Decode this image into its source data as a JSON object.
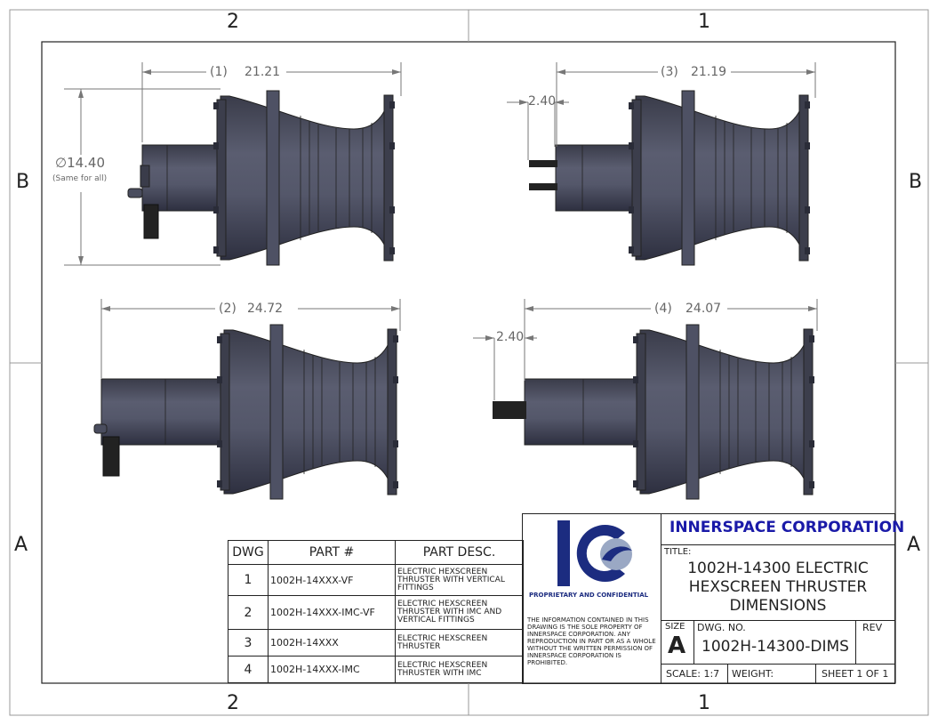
{
  "zones": {
    "top": [
      "2",
      "1"
    ],
    "bottom": [
      "2",
      "1"
    ],
    "left": [
      "B",
      "A"
    ],
    "right": [
      "B",
      "A"
    ]
  },
  "views": [
    {
      "label": "(1)",
      "length": "21.21",
      "diameter": "14.40",
      "diameter_note": "(Same for all)"
    },
    {
      "label": "(2)",
      "length": "24.72"
    },
    {
      "label": "(3)",
      "length": "21.19",
      "offset": "2.40"
    },
    {
      "label": "(4)",
      "length": "24.07",
      "offset": "2.40"
    }
  ],
  "parts_table": {
    "headers": [
      "DWG",
      "PART #",
      "PART DESC."
    ],
    "rows": [
      {
        "dwg": "1",
        "part": "1002H-14XXX-VF",
        "desc": "ELECTRIC HEXSCREEN THRUSTER WITH VERTICAL FITTINGS"
      },
      {
        "dwg": "2",
        "part": "1002H-14XXX-IMC-VF",
        "desc": "ELECTRIC HEXSCREEN THRUSTER WITH IMC AND VERTICAL FITTINGS"
      },
      {
        "dwg": "3",
        "part": "1002H-14XXX",
        "desc": "ELECTRIC HEXSCREEN THRUSTER"
      },
      {
        "dwg": "4",
        "part": "1002H-14XXX-IMC",
        "desc": "ELECTRIC HEXSCREEN THRUSTER WITH IMC"
      }
    ]
  },
  "title_block": {
    "logo_caption": "PROPRIETARY AND CONFIDENTIAL",
    "disclaimer": [
      "THE INFORMATION CONTAINED IN THIS",
      "DRAWING IS THE SOLE PROPERTY OF",
      "INNERSPACE CORPORATION. ANY",
      "REPRODUCTION IN PART OR AS A WHOLE",
      "WITHOUT THE WRITTEN PERMISSION OF",
      "INNERSPACE CORPORATION IS",
      "PROHIBITED."
    ],
    "company": "INNERSPACE CORPORATION",
    "title_label": "TITLE:",
    "title_lines": [
      "1002H-14300 ELECTRIC",
      "HEXSCREEN THRUSTER",
      "DIMENSIONS"
    ],
    "size_label": "SIZE",
    "size_value": "A",
    "dwg_no_label": "DWG.  NO.",
    "dwg_no_value": "1002H-14300-DIMS",
    "rev_label": "REV",
    "scale": "SCALE: 1:7",
    "weight": "WEIGHT:",
    "sheet": "SHEET 1 OF 1"
  },
  "colors": {
    "ink": "#222222",
    "dimension": "#666666",
    "metal": "#4a4d5e",
    "brand": "#1a1aa8",
    "logo_blue": "#1c2c80"
  }
}
